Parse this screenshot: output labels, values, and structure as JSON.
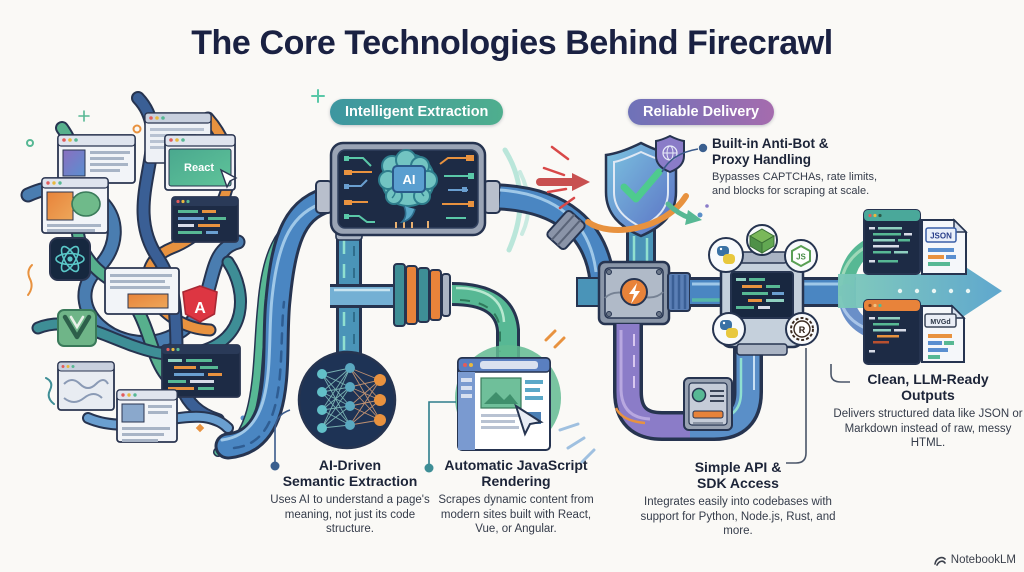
{
  "title": "The Core Technologies Behind Firecrawl",
  "badges": {
    "extraction": "Intelligent Extraction",
    "delivery": "Reliable Delivery"
  },
  "features": {
    "anti_bot": {
      "title": "Built-in Anti-Bot &\nProxy Handling",
      "body": "Bypasses CAPTCHAs, rate limits, and blocks for scraping at scale."
    },
    "ai_extraction": {
      "title": "AI-Driven\nSemantic Extraction",
      "body": "Uses AI to understand a page's meaning, not just its code structure."
    },
    "js_rendering": {
      "title": "Automatic JavaScript\nRendering",
      "body": "Scrapes dynamic content from modern sites built with React, Vue, or Angular."
    },
    "api_sdk": {
      "title": "Simple API &\nSDK Access",
      "body": "Integrates easily into codebases with support for Python, Node.js, Rust, and more."
    },
    "outputs": {
      "title": "Clean, LLM-Ready\nOutputs",
      "body": "Delivers structured data like JSON or Markdown instead of raw, messy HTML."
    }
  },
  "labels": {
    "react_window": "React",
    "ai_chip": "AI",
    "js_hexagon": "JS",
    "rust_badge": "R",
    "angular_badge": "A",
    "json_file": "JSON",
    "markdown_file": "MVGd"
  },
  "watermark": "NotebookLM",
  "colors": {
    "background": "#faf9f6",
    "title_navy": "#1a2142",
    "badge_teal": "#4aa88e",
    "badge_purple": "#9b6fb0",
    "pipe_blue": "#4a86c2",
    "pipe_green": "#57b894",
    "pipe_purple": "#8b7cc8",
    "accent_orange": "#e8923f",
    "panel_navy": "#1d2b45",
    "check_green": "#4ecb8e",
    "block_red": "#d85555"
  }
}
